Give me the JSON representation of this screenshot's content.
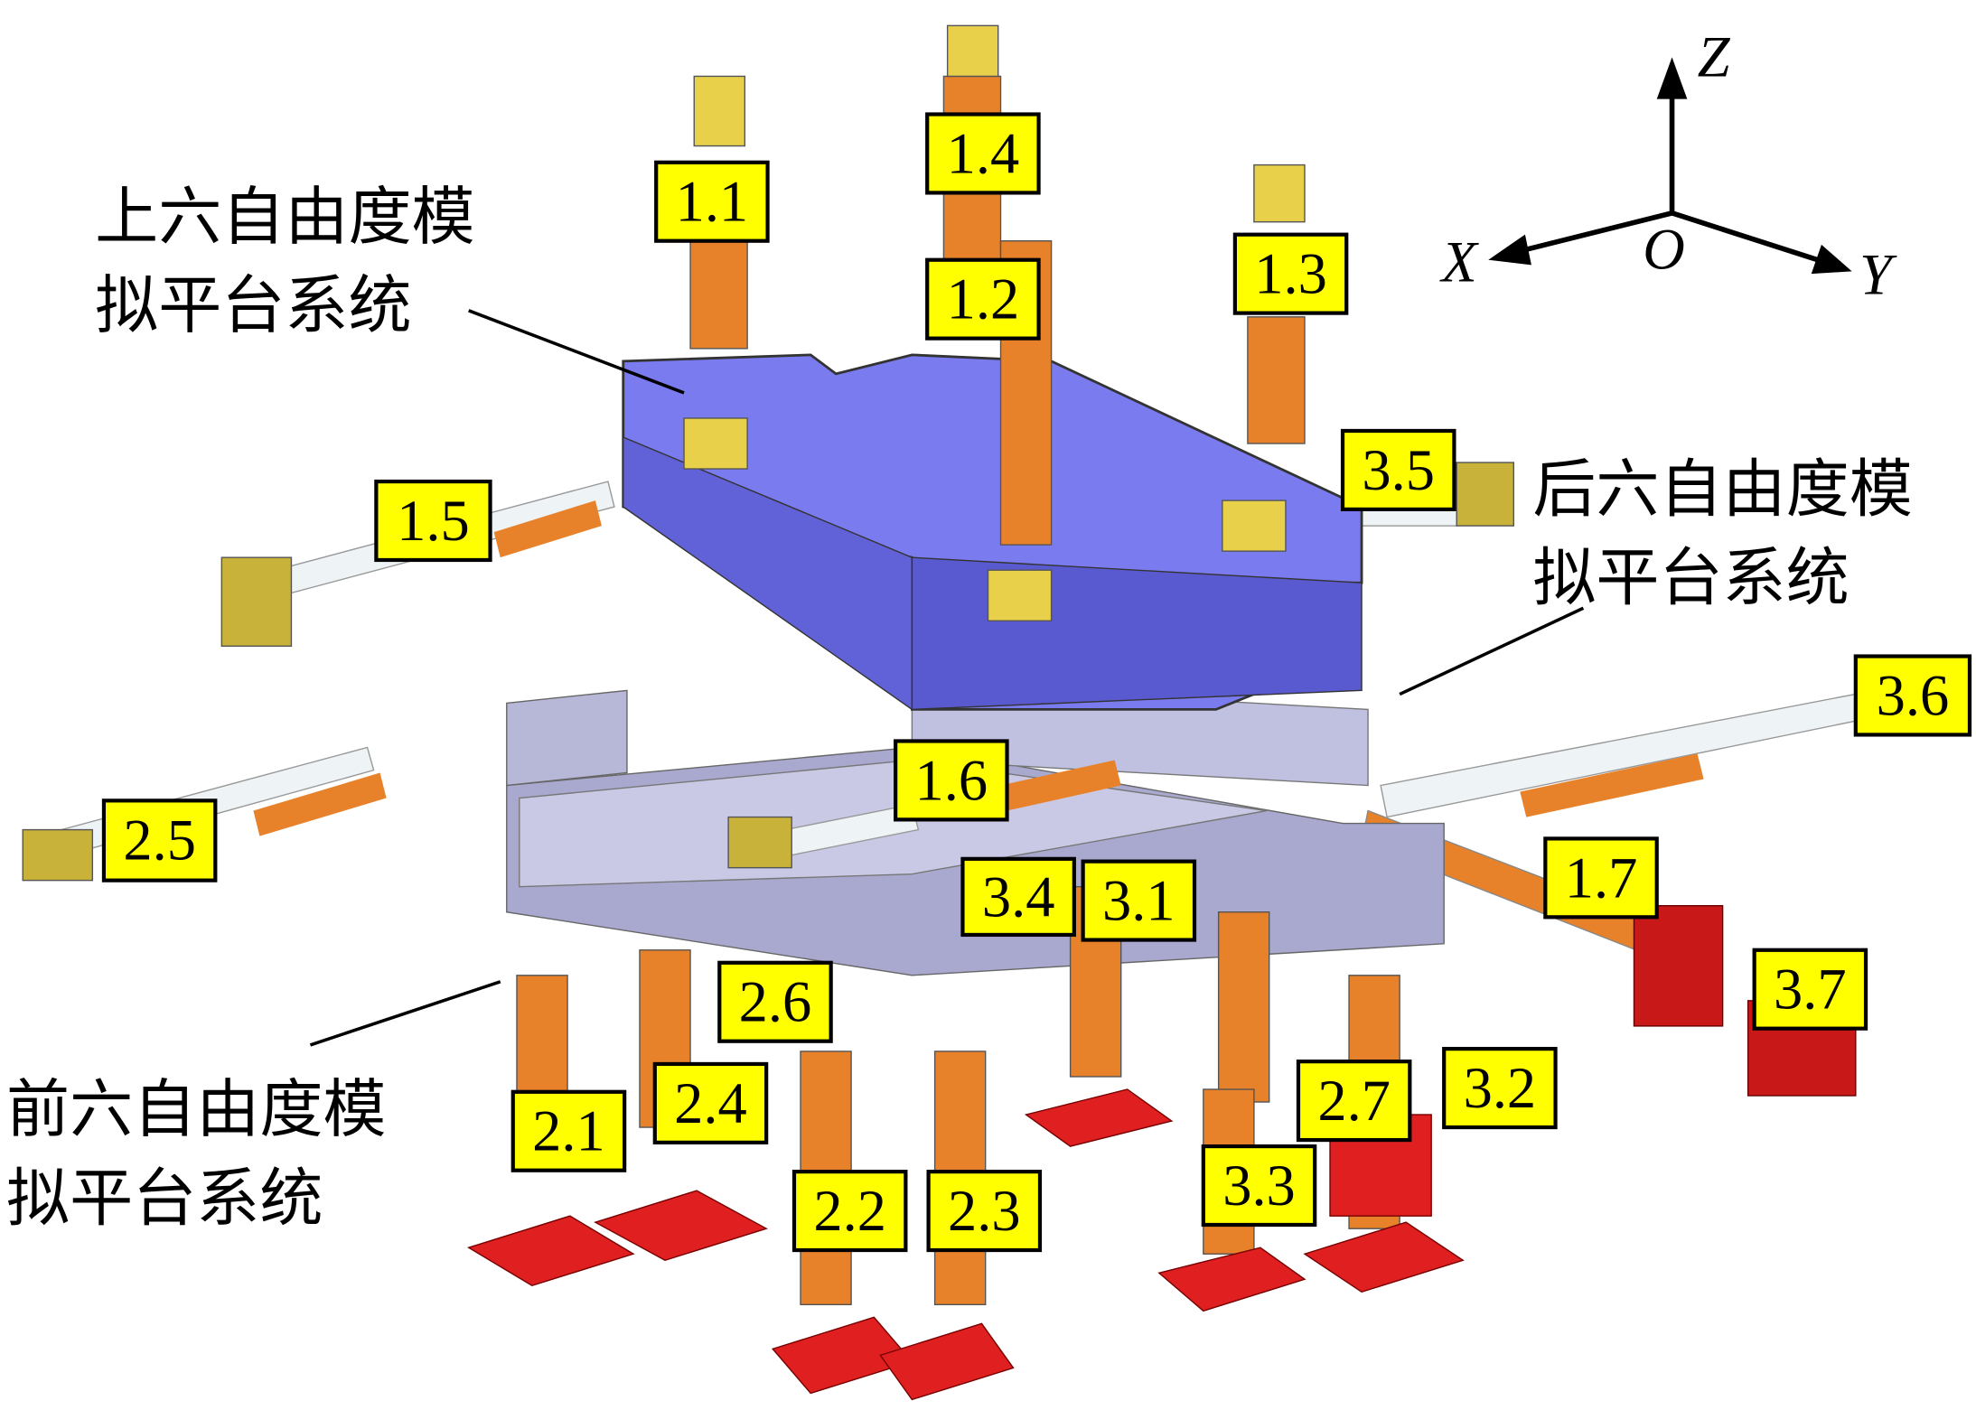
{
  "axes": {
    "z": "Z",
    "x": "X",
    "y": "Y",
    "origin": "O"
  },
  "systems": {
    "upper": {
      "line1": "上六自由度模",
      "line2": "拟平台系统"
    },
    "rear": {
      "line1": "后六自由度模",
      "line2": "拟平台系统"
    },
    "front": {
      "line1": "前六自由度模",
      "line2": "拟平台系统"
    }
  },
  "labels": {
    "l11": "1.1",
    "l12": "1.2",
    "l13": "1.3",
    "l14": "1.4",
    "l15": "1.5",
    "l16": "1.6",
    "l17": "1.7",
    "l21": "2.1",
    "l22": "2.2",
    "l23": "2.3",
    "l24": "2.4",
    "l25": "2.5",
    "l26": "2.6",
    "l27": "2.7",
    "l31": "3.1",
    "l32": "3.2",
    "l33": "3.3",
    "l34": "3.4",
    "l35": "3.5",
    "l36": "3.6",
    "l37": "3.7"
  },
  "colors": {
    "platform": "#7b7bf0",
    "frame": "#b7b7d8",
    "cylinder": "#e8822a",
    "base": "#e02020",
    "label_bg": "#ffff00"
  }
}
